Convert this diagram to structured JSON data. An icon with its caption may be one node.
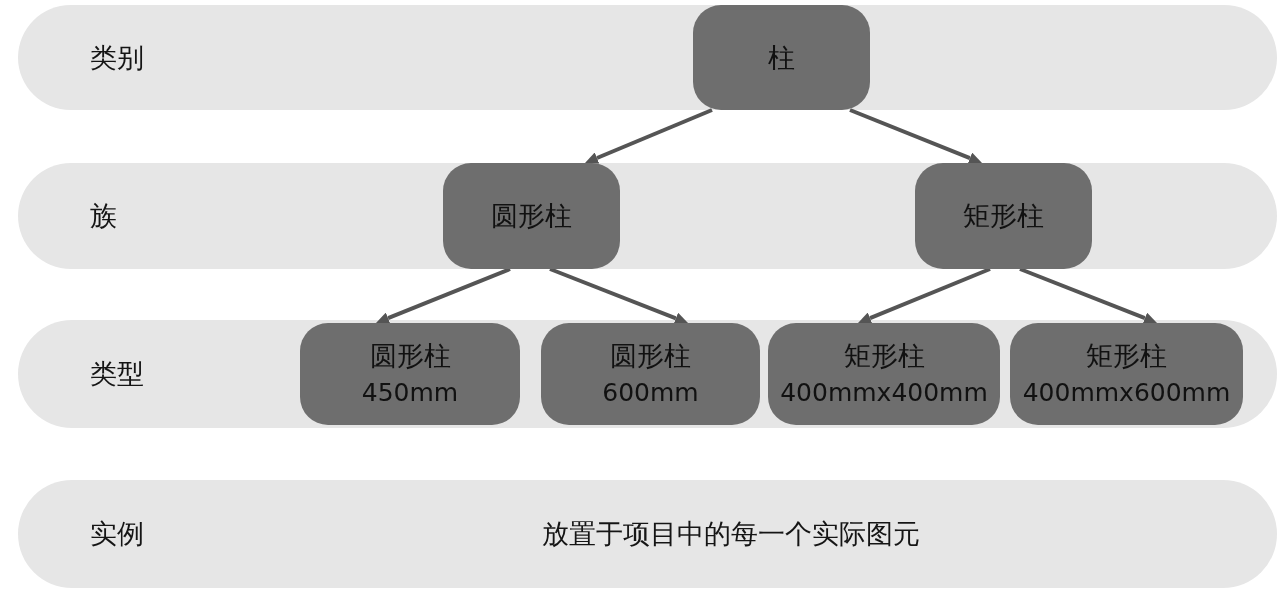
{
  "diagram": {
    "nodes": [
      {
        "text": [
          "类别"
        ]
      },
      {
        "text": [
          "柱"
        ],
        "in": 0
      },
      {
        "text": [
          "族"
        ]
      },
      {
        "text": [
          "圆形柱"
        ],
        "in": 2
      },
      {
        "text": [
          "矩形柱"
        ],
        "in": 2
      },
      {
        "text": [
          "类型"
        ]
      },
      {
        "text": [
          "圆形柱",
          "450mm"
        ],
        "in": 5
      },
      {
        "text": [
          "圆形柱",
          "600mm"
        ],
        "in": 5
      },
      {
        "text": [
          "矩形柱",
          "400mmx400mm"
        ],
        "in": 5
      },
      {
        "text": [
          "矩形柱",
          "400mmx600mm"
        ],
        "in": 5
      },
      {
        "text": [
          "实例",
          "放置于项目中的每一个实际图元"
        ]
      }
    ],
    "edges": [
      {
        "from": 1,
        "to": 3,
        "arrow": "to"
      },
      {
        "from": 1,
        "to": 4,
        "arrow": "to"
      },
      {
        "from": 3,
        "to": 6,
        "arrow": "to"
      },
      {
        "from": 3,
        "to": 7,
        "arrow": "to"
      },
      {
        "from": 4,
        "to": 8,
        "arrow": "to"
      },
      {
        "from": 4,
        "to": 9,
        "arrow": "to"
      }
    ]
  }
}
